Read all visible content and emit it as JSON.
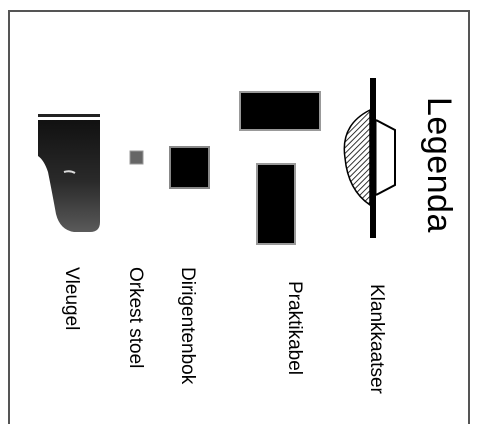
{
  "legend": {
    "title": "Legenda",
    "items": [
      {
        "key": "vleugel",
        "label": "Vleugel",
        "icon": "grand-piano-icon"
      },
      {
        "key": "orkest_stoel",
        "label": "Orkest stoel",
        "icon": "chair-icon"
      },
      {
        "key": "dirigentenbok",
        "label": "Dirigentenbok",
        "icon": "conductor-podium-icon"
      },
      {
        "key": "praktikabel",
        "label": "Praktikabel",
        "icon": "stage-platform-icon"
      },
      {
        "key": "klankkaatser",
        "label": "Klankkaatser",
        "icon": "acoustic-reflector-icon"
      }
    ]
  },
  "colors": {
    "symbol_fill": "#000000",
    "frame": "#555555",
    "background": "#ffffff"
  }
}
